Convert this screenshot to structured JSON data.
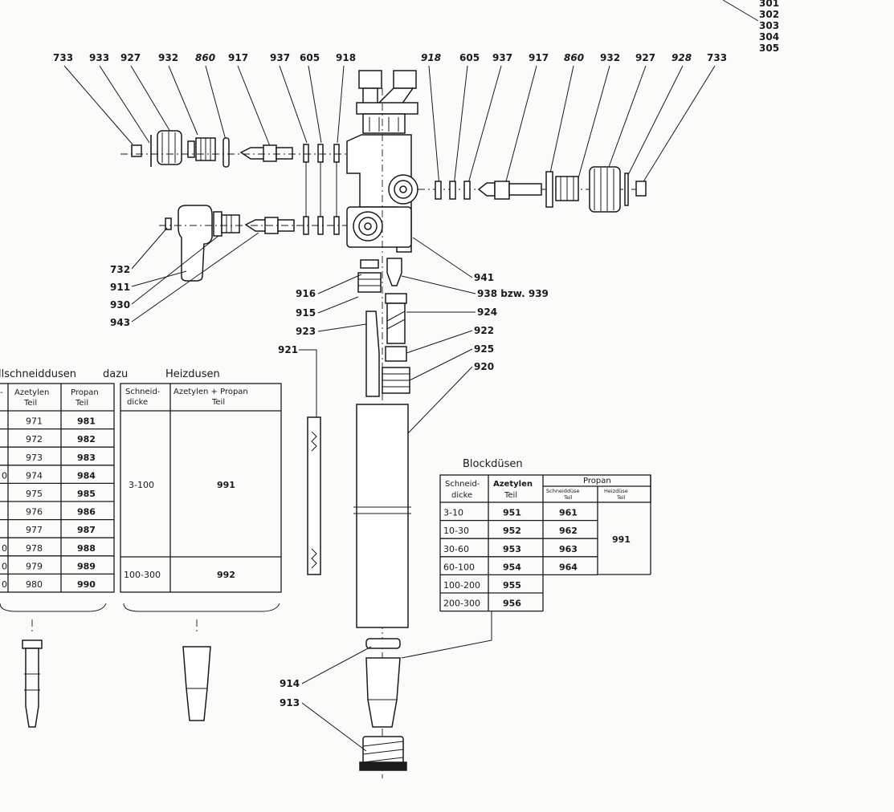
{
  "callouts_top_left": [
    "733",
    "933",
    "927",
    "932",
    "860",
    "917",
    "937",
    "605",
    "918"
  ],
  "callouts_top_right": [
    "918",
    "605",
    "937",
    "917",
    "860",
    "932",
    "927",
    "928",
    "733"
  ],
  "callouts_corner": [
    "301",
    "302",
    "303",
    "304",
    "305"
  ],
  "callouts_left": [
    "732",
    "911",
    "930",
    "943"
  ],
  "callouts_mid_left": [
    "916",
    "915",
    "923",
    "921",
    "914",
    "913"
  ],
  "callouts_mid_right": [
    "941",
    "938 bzw. 939",
    "924",
    "922",
    "925",
    "920"
  ],
  "nozzle_table": {
    "title": "llschneiddusen",
    "title_suffix": "dazu",
    "headers": [
      "-",
      "Azetylen\nTeil",
      "Propan\nTeil"
    ],
    "rows": [
      [
        "",
        "971",
        "981"
      ],
      [
        "",
        "972",
        "982"
      ],
      [
        "",
        "973",
        "983"
      ],
      [
        "0",
        "974",
        "984"
      ],
      [
        "",
        "975",
        "985"
      ],
      [
        "",
        "976",
        "986"
      ],
      [
        "",
        "977",
        "987"
      ],
      [
        "0",
        "978",
        "988"
      ],
      [
        "0",
        "979",
        "989"
      ],
      [
        "0",
        "980",
        "990"
      ]
    ]
  },
  "heat_table": {
    "title": "Heizdusen",
    "headers": [
      "Schneid-\ndicke",
      "Azetylen + Propan\nTeil"
    ],
    "rows": [
      [
        "3-100",
        "991"
      ],
      [
        "100-300",
        "992"
      ]
    ]
  },
  "block_table": {
    "title": "Blockdüsen",
    "headers": [
      "Schneid-\ndicke",
      "Azetylen\nTeil",
      "Propan",
      "Schneiddüse\nTeil",
      "Heizdüse\nTeil"
    ],
    "rows": [
      [
        "3-10",
        "951",
        "961"
      ],
      [
        "10-30",
        "952",
        "962"
      ],
      [
        "30-60",
        "953",
        "963"
      ],
      [
        "60-100",
        "954",
        "964"
      ],
      [
        "100-200",
        "955",
        ""
      ],
      [
        "200-300",
        "956",
        ""
      ]
    ],
    "merged_value": "991"
  }
}
